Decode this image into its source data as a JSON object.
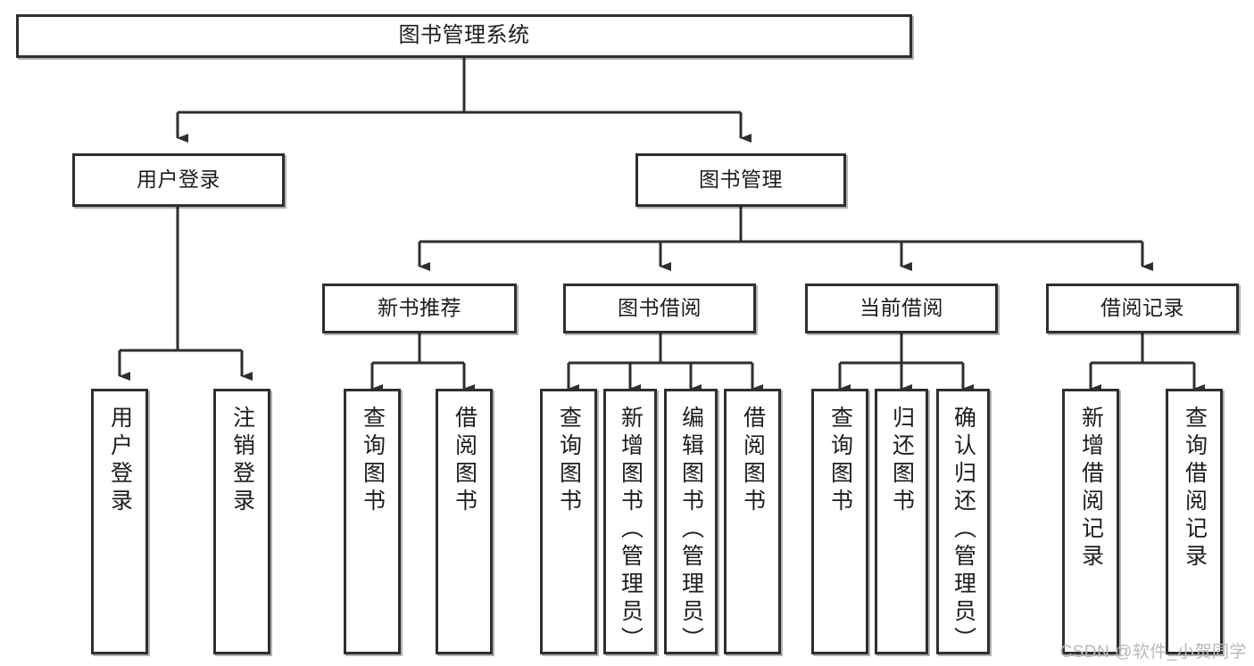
{
  "diagram": {
    "title": "图书管理系统",
    "type": "functional-structure-tree",
    "orientation": "top-down",
    "watermark": "CSDN @软件_小贺同学",
    "colors": {
      "background": "#ffffff",
      "box_border": "#2f2f2f",
      "box_fill": "#ffffff",
      "connector": "#2f2f2f",
      "text": "#1d1d1d",
      "watermark": "#b9b9b9"
    },
    "levels": {
      "root": {
        "label": "图书管理系统"
      },
      "level2": [
        {
          "id": "user-login",
          "label": "用户登录"
        },
        {
          "id": "book-manage",
          "label": "图书管理"
        }
      ],
      "level3": [
        {
          "id": "new-book-recommend",
          "label": "新书推荐",
          "parent": "book-manage"
        },
        {
          "id": "book-borrow",
          "label": "图书借阅",
          "parent": "book-manage"
        },
        {
          "id": "current-borrow",
          "label": "当前借阅",
          "parent": "book-manage"
        },
        {
          "id": "borrow-record",
          "label": "借阅记录",
          "parent": "book-manage"
        }
      ],
      "leaves": [
        {
          "id": "leaf-user-login",
          "label": "用户登录",
          "parent": "user-login"
        },
        {
          "id": "leaf-user-logout",
          "label": "注销登录",
          "parent": "user-login"
        },
        {
          "id": "leaf-query-book-1",
          "label": "查询图书",
          "parent": "new-book-recommend"
        },
        {
          "id": "leaf-borrow-book-1",
          "label": "借阅图书",
          "parent": "new-book-recommend"
        },
        {
          "id": "leaf-query-book-2",
          "label": "查询图书",
          "parent": "book-borrow"
        },
        {
          "id": "leaf-add-book-admin",
          "label": "新增图书（管理员）",
          "parent": "book-borrow"
        },
        {
          "id": "leaf-edit-book-admin",
          "label": "编辑图书（管理员）",
          "parent": "book-borrow"
        },
        {
          "id": "leaf-borrow-book-2",
          "label": "借阅图书",
          "parent": "book-borrow"
        },
        {
          "id": "leaf-query-book-3",
          "label": "查询图书",
          "parent": "current-borrow"
        },
        {
          "id": "leaf-return-book",
          "label": "归还图书",
          "parent": "current-borrow"
        },
        {
          "id": "leaf-confirm-return-admin",
          "label": "确认归还（管理员）",
          "parent": "current-borrow"
        },
        {
          "id": "leaf-add-borrow-record",
          "label": "新增借阅记录",
          "parent": "borrow-record"
        },
        {
          "id": "leaf-query-borrow-record",
          "label": "查询借阅记录",
          "parent": "borrow-record"
        }
      ]
    }
  }
}
